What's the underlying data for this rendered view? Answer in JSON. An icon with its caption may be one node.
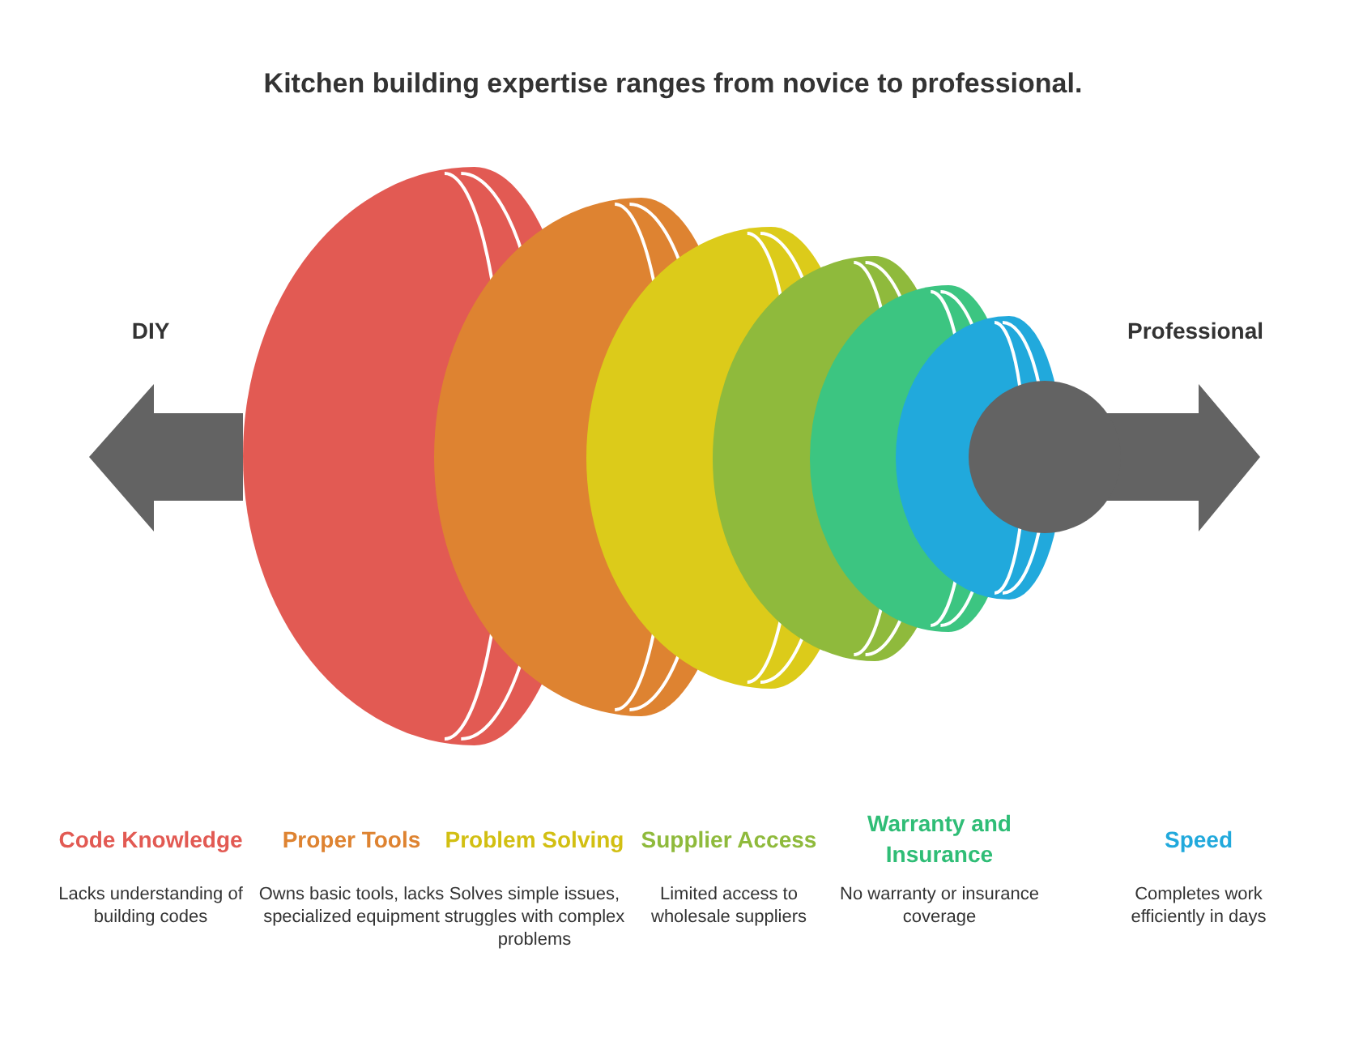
{
  "diagram": {
    "title": "Kitchen building expertise ranges from novice to professional.",
    "labels": [
      "DIY",
      "Professional",
      "Code Knowledge",
      "Lacks understanding of building codes",
      "Proper Tools",
      "Owns basic tools, lacks specialized equipment",
      "Problem Solving",
      "Solves simple issues, struggles with complex problems",
      "Supplier Access",
      "Limited access to wholesale suppliers",
      "Warranty and Insurance",
      "No warranty or insurance coverage",
      "Speed",
      "Completes work efficiently in days"
    ]
  }
}
